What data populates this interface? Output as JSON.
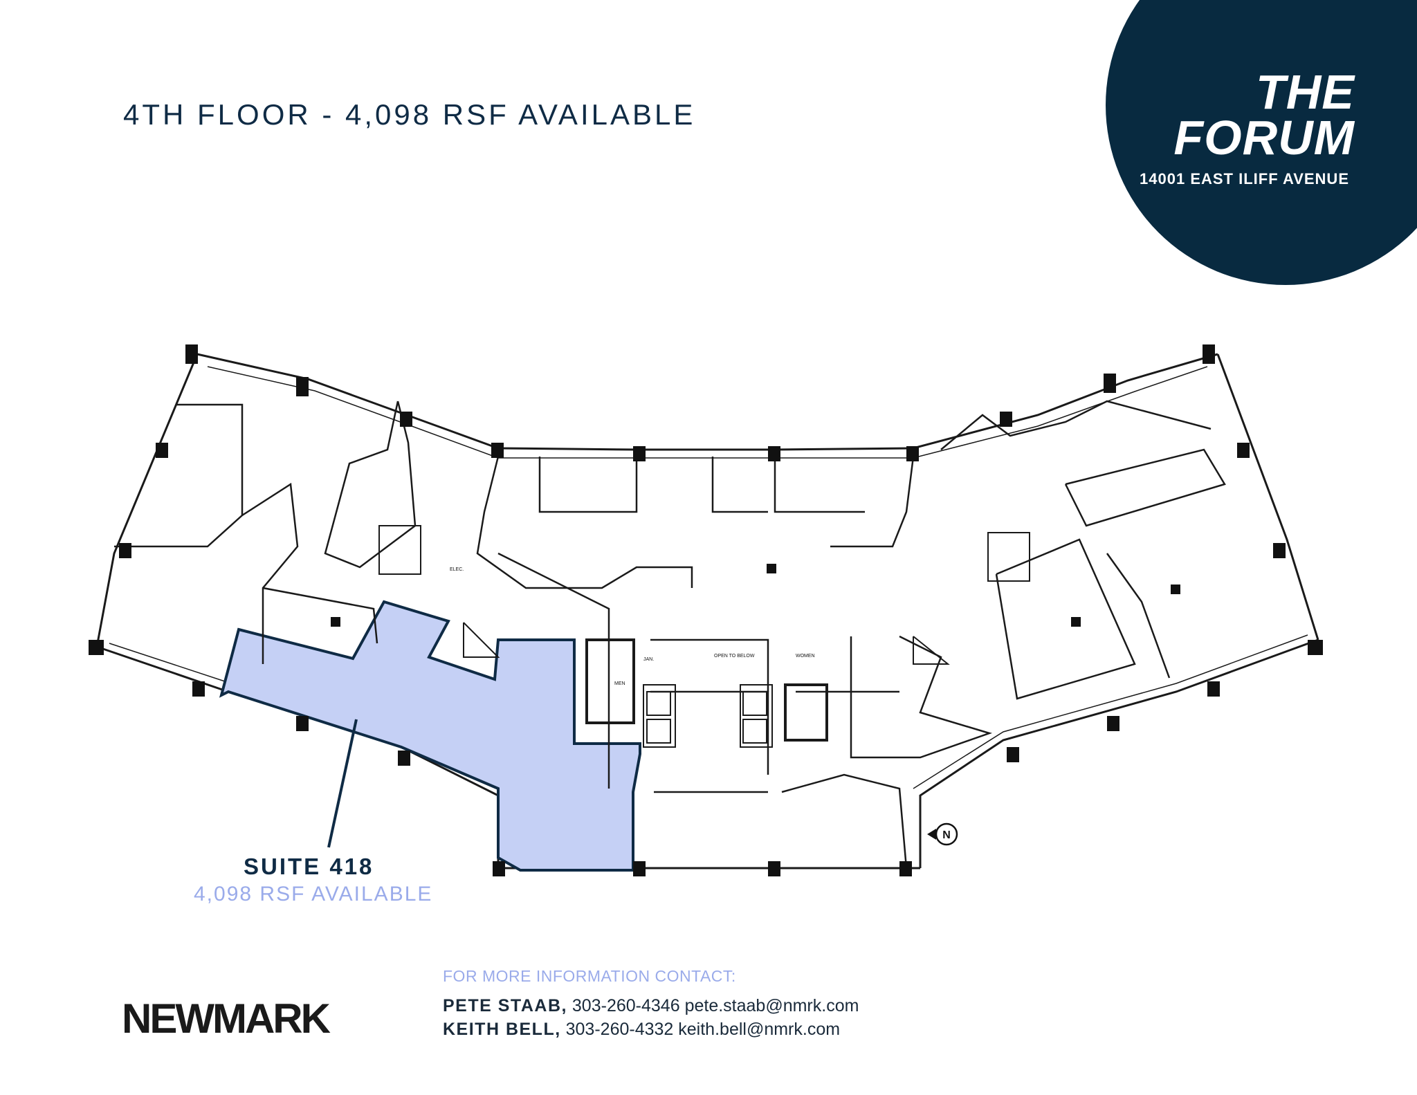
{
  "header": {
    "floor_title": "4TH FLOOR - 4,098 RSF AVAILABLE"
  },
  "brand": {
    "name_line1": "THE",
    "name_line2": "FORUM",
    "address": "14001 EAST ILIFF AVENUE",
    "circle_color": "#082a40"
  },
  "suite": {
    "name": "SUITE 418",
    "area": "4,098 RSF AVAILABLE",
    "highlight_color": "#c5d0f5"
  },
  "plan_labels": {
    "north": "N",
    "jan": "JAN.",
    "elec": "ELEC.",
    "men": "MEN",
    "women": "WOMEN",
    "open_to_below": "OPEN TO BELOW"
  },
  "footer": {
    "logo": "NEWMARK",
    "contact_heading": "FOR MORE INFORMATION CONTACT:",
    "contacts": [
      {
        "name": "PETE STAAB,",
        "phone": "303-260-4346",
        "email": "pete.staab@nmrk.com"
      },
      {
        "name": "KEITH BELL,",
        "phone": "303-260-4332",
        "email": "keith.bell@nmrk.com"
      }
    ]
  }
}
